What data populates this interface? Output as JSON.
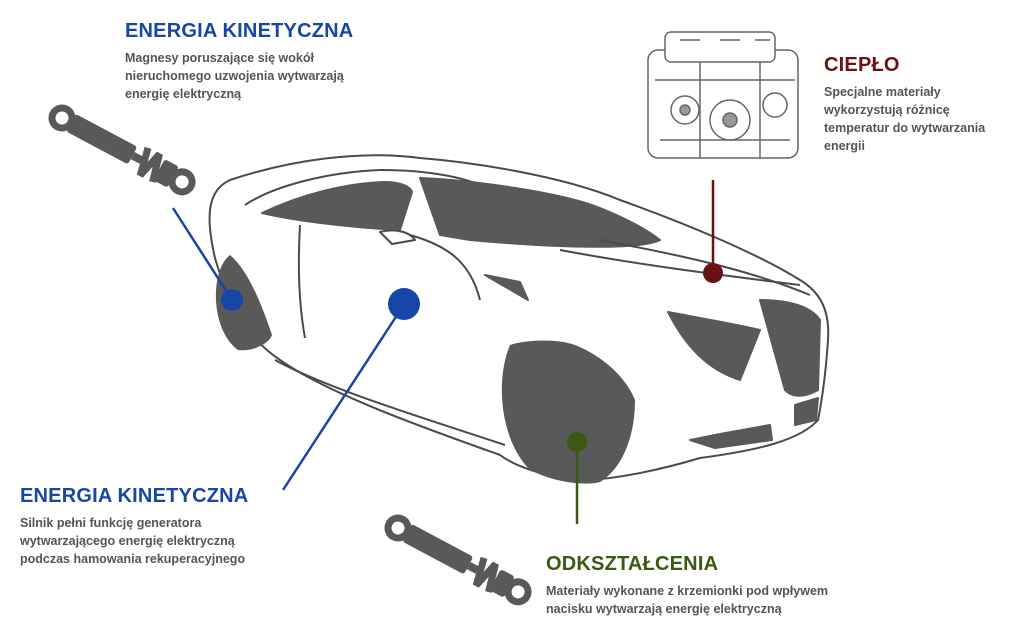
{
  "colors": {
    "kinetic": "#1747a6",
    "heat": "#6b1111",
    "deformation": "#3a5a14",
    "tire": "#595959",
    "outline": "#4a4a4a"
  },
  "labels": {
    "kinetic_top": {
      "title": "ENERGIA KINETYCZNA",
      "description": [
        "Magnesy poruszające się wokół",
        "nieruchomego uzwojenia wytwarzają",
        "energię elektryczną"
      ]
    },
    "heat": {
      "title": "CIEPŁO",
      "description": [
        "Specjalne materiały",
        "wykorzystują różnicę",
        "temperatur do wytwarzania",
        "energii"
      ]
    },
    "kinetic_bottom": {
      "title": "ENERGIA KINETYCZNA",
      "description": [
        "Silnik pełni funkcję generatora",
        "wytwarzającego energię elektryczną",
        "podczas hamowania rekuperacyjnego"
      ]
    },
    "deformation": {
      "title": "ODKSZTAŁCENIA",
      "description": [
        "Materiały wykonane z krzemionki pod wpływem",
        "nacisku wytwarzają energię elektryczną"
      ]
    }
  },
  "icons": [
    "shock-absorber-icon",
    "engine-icon",
    "car-illustration"
  ]
}
